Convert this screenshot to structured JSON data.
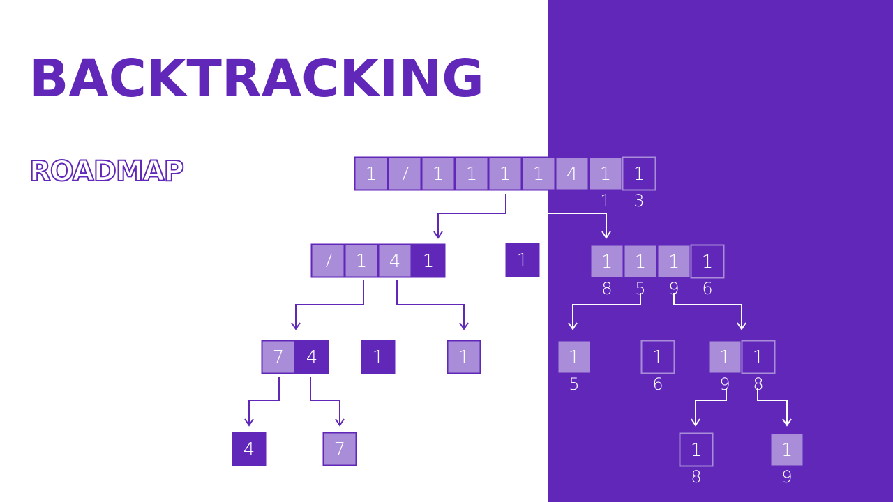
{
  "header": {
    "title": "BACKTRACKING",
    "subtitle": "ROADMAP"
  },
  "colors": {
    "brand": "#6027b9",
    "light": "#a98dd8",
    "background": "#ffffff"
  },
  "tree": {
    "root": [
      "1",
      "7",
      "1",
      "1",
      "1",
      "1",
      "4",
      "1\n1",
      "1\n3"
    ],
    "level1": {
      "left": [
        "7",
        "1",
        "4",
        "1"
      ],
      "middle": [
        "1"
      ],
      "right": [
        "1\n8",
        "1\n5",
        "1\n9",
        "1\n6"
      ]
    },
    "level2": {
      "left": [
        "7",
        "4"
      ],
      "middle_a": [
        "1"
      ],
      "middle_b": [
        "1"
      ],
      "right_a": [
        "1\n5"
      ],
      "right_b": [
        "1\n6"
      ],
      "right_c": [
        "1\n9",
        "1\n8"
      ]
    },
    "level3": {
      "left_a": [
        "4"
      ],
      "left_b": [
        "7"
      ],
      "right_a": [
        "1\n8"
      ],
      "right_b": [
        "1\n9"
      ]
    }
  }
}
